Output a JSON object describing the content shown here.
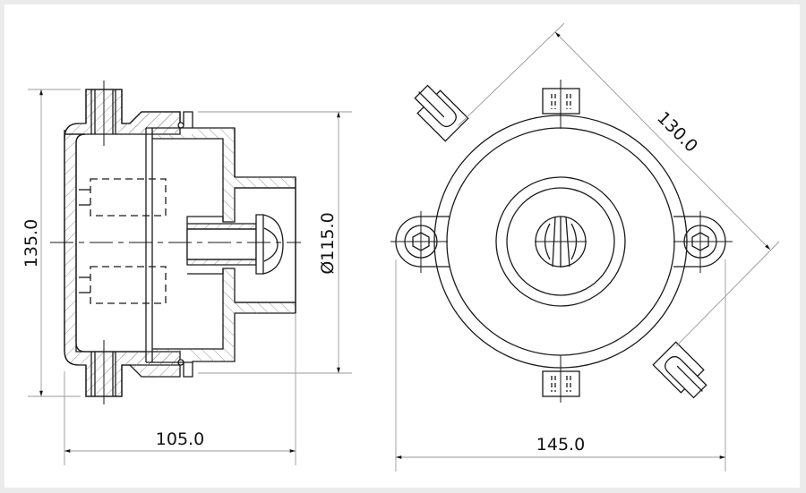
{
  "drawing": {
    "type": "technical-drawing",
    "views": [
      {
        "name": "section-side-view",
        "description": "Cross-section side view"
      },
      {
        "name": "front-view",
        "description": "Front view with mounting lugs"
      }
    ],
    "colors": {
      "background": "#ebebeb",
      "paper": "#ffffff",
      "line": "#1a1a1a",
      "dimension_line": "#9a9a9a",
      "hatch": "#8a8a8a"
    }
  },
  "dimensions": {
    "height_overall": "135.0",
    "diameter": "Ø115.0",
    "depth": "105.0",
    "width_overall": "145.0",
    "diagonal": "130.0"
  }
}
